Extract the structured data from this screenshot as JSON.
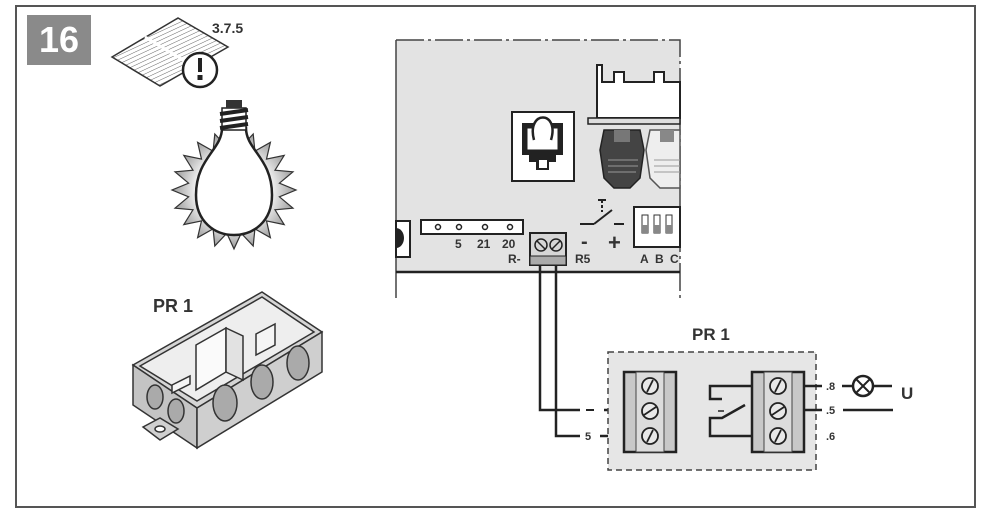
{
  "step": {
    "number": "16"
  },
  "manual_ref": {
    "section": "3.7.5",
    "icon": "manual-warning-icon"
  },
  "lamp": {
    "icon": "light-bulb-icon"
  },
  "accessory": {
    "label": "PR 1",
    "icon": "relay-box-icon"
  },
  "control_board": {
    "terminal_strip_labels": [
      "5",
      "21",
      "20"
    ],
    "screw_terminal_labels": {
      "left": "R-",
      "right": "R5"
    },
    "switch_labels": {
      "minus": "-",
      "plus": "+"
    },
    "dip_labels": [
      "A",
      "B",
      "C"
    ]
  },
  "relay_module": {
    "title": "PR 1",
    "input_label": "5",
    "output_labels": [
      ".8",
      ".5",
      ".6"
    ],
    "supply_label": "U"
  },
  "colors": {
    "board_fill": "#e3e3e3",
    "module_fill": "#e6e6e6",
    "line": "#222222",
    "badge": "#8a8a8a"
  }
}
